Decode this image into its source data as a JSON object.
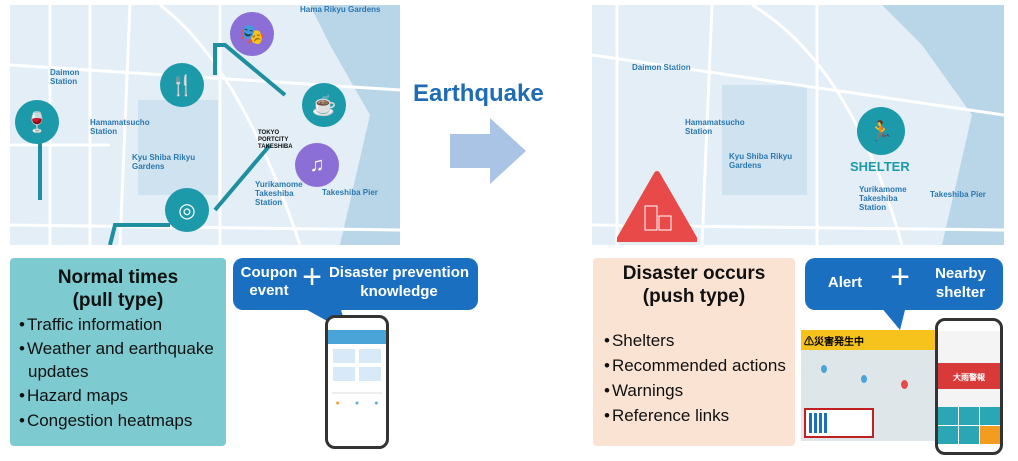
{
  "left_map": {
    "labels": {
      "hama_rikyu": "Hama Rikyu Gardens",
      "daimon": "Daimon Station",
      "hamamatsucho": "Hamamatsucho Station",
      "kyu_shiba": "Kyu Shiba Rikyu Gardens",
      "yurikamome": "Yurikamome Takeshiba Station",
      "pier": "Takeshiba Pier",
      "portcity": "TOKYO PORTCITY TAKESHIBA"
    }
  },
  "center": {
    "title": "Earthquake"
  },
  "right_map": {
    "labels": {
      "daimon": "Daimon Station",
      "hamamatsucho": "Hamamatsucho Station",
      "kyu_shiba": "Kyu Shiba Rikyu Gardens",
      "yurikamome": "Yurikamome Takeshiba Station",
      "pier": "Takeshiba Pier",
      "shelter": "SHELTER"
    }
  },
  "normal": {
    "title_1": "Normal times",
    "title_2": "(pull type)",
    "items": [
      "Traffic information",
      "Weather and earthquake updates",
      "Hazard maps",
      "Congestion heatmaps"
    ],
    "bubble": {
      "left_1": "Coupon",
      "left_2": "event",
      "plus": "+",
      "right_1": "Disaster prevention",
      "right_2": "knowledge"
    }
  },
  "disaster": {
    "title_1": "Disaster occurs",
    "title_2": "(push type)",
    "items": [
      "Shelters",
      "Recommended actions",
      "Warnings",
      "Reference links"
    ],
    "bubble": {
      "left": "Alert",
      "plus": "+",
      "right_1": "Nearby",
      "right_2": "shelter"
    },
    "signage": {
      "banner": "⚠災害発生中",
      "phone_alert": "大雨警報"
    }
  },
  "colors": {
    "normal_box": "#7dcbd0",
    "disaster_box": "#fbe3d4",
    "bubble": "#1a6fc0",
    "title": "#1f6cb5",
    "teal": "#1d9aaa",
    "alert_red": "#e84a4a"
  }
}
